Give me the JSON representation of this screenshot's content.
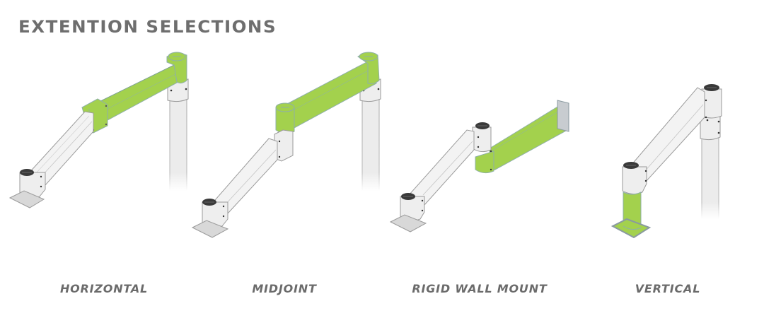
{
  "header": {
    "title": "EXTENTION SELECTIONS"
  },
  "colors": {
    "accent_green": "#a3d14d",
    "green_edge": "#8fb0a8",
    "arm_white": "#f1f1f1",
    "arm_shadow": "#d9d9d9",
    "outline": "#9a9a9a",
    "cap_dark": "#3a3a3a",
    "text_gray": "#6e6e6e"
  },
  "options": [
    {
      "id": "horizontal",
      "label": "HORIZONTAL",
      "highlighted_part": "horizontal-extension-arm"
    },
    {
      "id": "midjoint",
      "label": "MIDJOINT",
      "highlighted_part": "midjoint-extension-arm"
    },
    {
      "id": "rigid-wall-mount",
      "label": "RIGID WALL MOUNT",
      "highlighted_part": "wall-mount-extension-arm"
    },
    {
      "id": "vertical",
      "label": "VERTICAL",
      "highlighted_part": "vertical-riser-post"
    }
  ]
}
